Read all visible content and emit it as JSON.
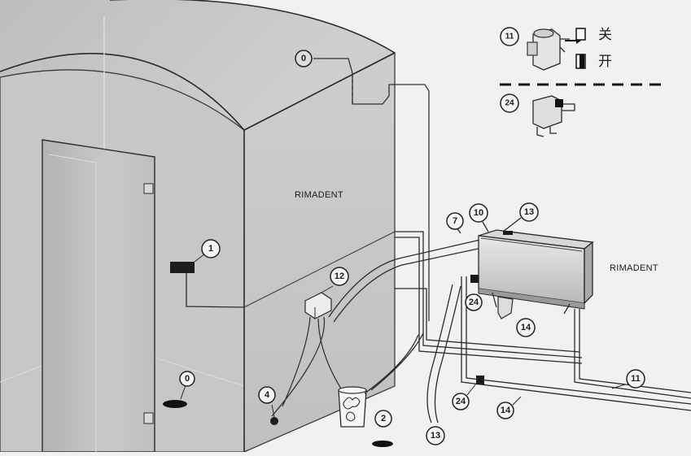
{
  "labels": {
    "room_wall": "RIMADENT",
    "generator_side": "RIMADENT"
  },
  "legend": {
    "valve_close_label": "关",
    "valve_open_label": "开",
    "valve_callout": "⑪",
    "solenoid_callout": "㉔"
  },
  "callouts": {
    "ceiling_vent": "0",
    "wall_control": "1",
    "floor_drain_inside": "0",
    "floor_valve": "4",
    "junction_box": "12",
    "bucket_drain": "2",
    "steam_pipe": "7",
    "generator_top_left": "10",
    "generator_top_right": "13",
    "generator_inlet": "24",
    "generator_drain": "14",
    "water_pipe_right": "11",
    "water_valve_lower": "24",
    "water_pipe_lower": "14",
    "hose_bottom": "13"
  },
  "colors": {
    "background": "#f1f1f0",
    "glass": "#c9cacb",
    "stroke": "#2a2a2a"
  }
}
